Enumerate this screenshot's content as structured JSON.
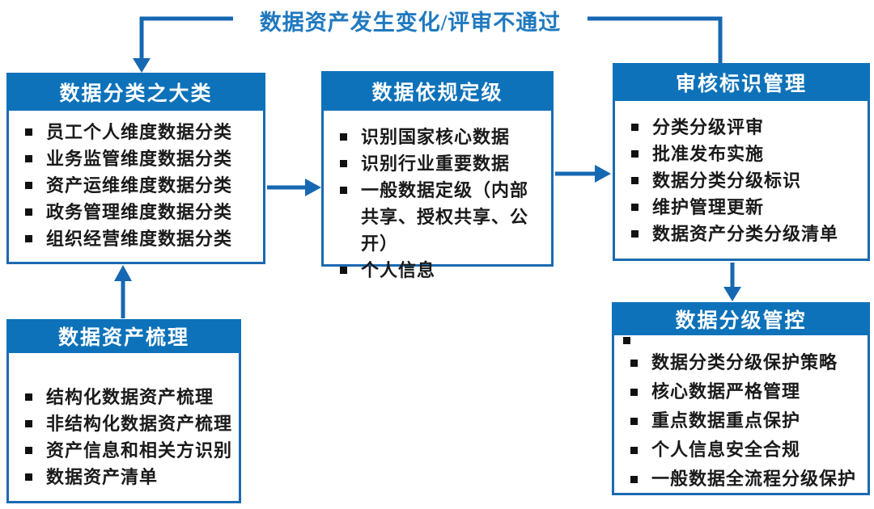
{
  "colors": {
    "primary_blue": "#0d72b9",
    "border_blue": "#1a6ab0",
    "connector_blue": "#1668b2",
    "label_blue": "#2079bf",
    "text_dark": "#1a1a1a",
    "background": "#ffffff"
  },
  "feedback": {
    "label": "数据资产发生变化/评审不通过"
  },
  "boxes": {
    "category": {
      "title": "数据分类之大类",
      "items": [
        "员工个人维度数据分类",
        "业务监管维度数据分类",
        "资产运维维度数据分类",
        "政务管理维度数据分类",
        "组织经营维度数据分类"
      ]
    },
    "grading": {
      "title": "数据依规定级",
      "items": [
        "识别国家核心数据",
        "识别行业重要数据",
        "一般数据定级（内部共享、授权共享、公开）",
        "个人信息"
      ]
    },
    "review": {
      "title": "审核标识管理",
      "items": [
        "分类分级评审",
        "批准发布实施",
        "数据分类分级标识",
        "维护管理更新",
        "数据资产分类分级清单"
      ]
    },
    "control": {
      "title": "数据分级管控",
      "items": [
        "数据分类分级保护策略",
        "核心数据严格管理",
        "重点数据重点保护",
        "个人信息安全合规",
        "一般数据全流程分级保护"
      ]
    },
    "inventory": {
      "title": "数据资产梳理",
      "items": [
        "结构化数据资产梳理",
        "非结构化数据资产梳理",
        "资产信息和相关方识别",
        "数据资产清单"
      ]
    }
  }
}
